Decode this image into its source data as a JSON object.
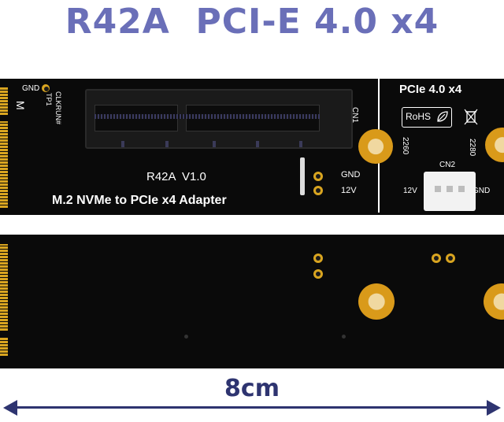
{
  "title": "R42A  PCI-E 4.0 x4",
  "board_top": {
    "left_labels": {
      "gnd": "GND",
      "tp1": "TP1",
      "clkrun": "CLKRUN#",
      "m": "M"
    },
    "slot_label": "CN1",
    "version": "R42A  V1.0",
    "subtitle": "M.2 NVMe to PCIe x4 Adapter",
    "power_labels": {
      "gnd": "GND",
      "v12": "12V"
    },
    "pcie_label": "PCIe 4.0 x4",
    "rohs": "RoHS",
    "hole_2260_a": "2260",
    "hole_2280_a": "2280",
    "cn2": "CN2",
    "cn2_left": "12V",
    "cn2_right": "GND"
  },
  "measurement": "8cm",
  "colors": {
    "title": "#6a6fb8",
    "board": "#0a0a0a",
    "gold": "#d9a520",
    "arrow": "#2e3470"
  }
}
